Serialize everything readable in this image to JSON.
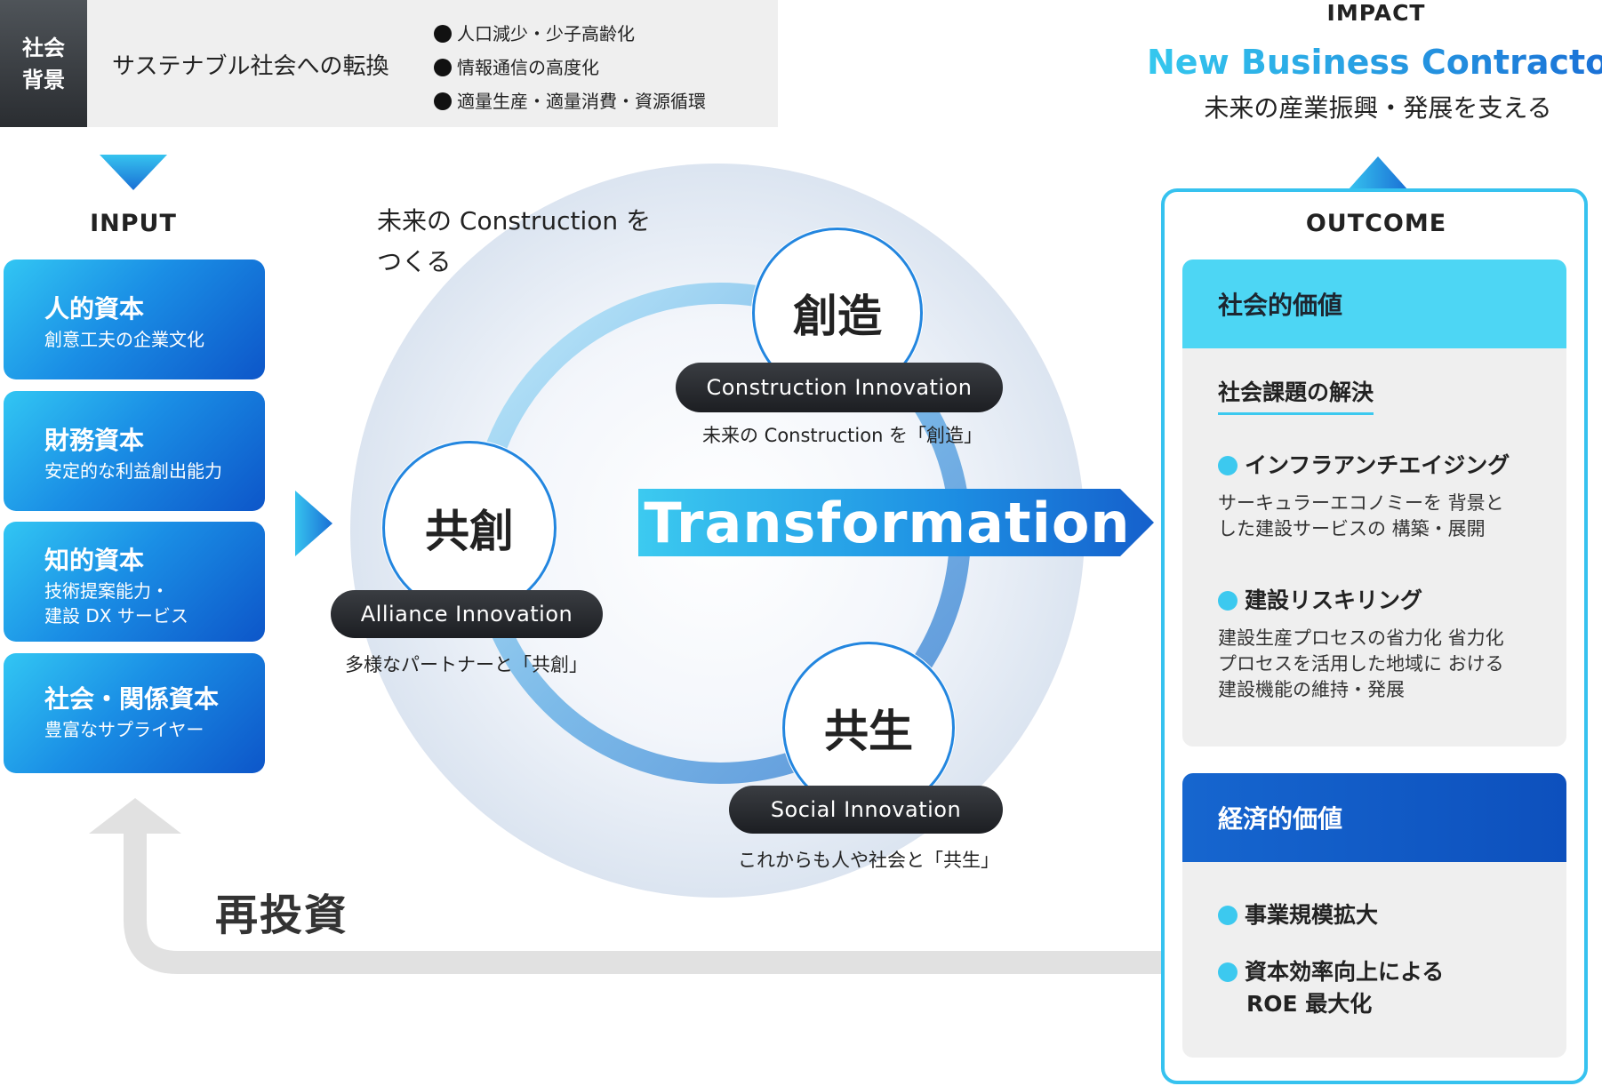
{
  "background": {
    "tag": [
      "社会",
      "背景"
    ],
    "title": "サステナブル社会への転換",
    "bullets": [
      "人口減少・少子高齢化",
      "情報通信の高度化",
      "適量生産・適量消費・資源循環"
    ]
  },
  "impact": {
    "label": "IMPACT",
    "title": "New Business Contractor",
    "subtitle": "未来の産業振興・発展を支える"
  },
  "input": {
    "label": "INPUT",
    "cards": [
      {
        "title": "人的資本",
        "sub": [
          "創意工夫の企業文化"
        ]
      },
      {
        "title": "財務資本",
        "sub": [
          "安定的な利益創出能力"
        ]
      },
      {
        "title": "知的資本",
        "sub": [
          "技術提案能力・",
          "建設 DX サービス"
        ]
      },
      {
        "title": "社会・関係資本",
        "sub": [
          "豊富なサプライヤー"
        ]
      }
    ]
  },
  "cycle": {
    "heading": [
      "未来の Construction を",
      "つくる"
    ],
    "nodes": [
      {
        "kanji": "創造",
        "pill": "Construction Innovation",
        "caption": "未来の Construction を「創造」"
      },
      {
        "kanji": "共創",
        "pill": "Alliance Innovation",
        "caption": "多様なパートナーと「共創」"
      },
      {
        "kanji": "共生",
        "pill": "Social Innovation",
        "caption": "これからも人や社会と「共生」"
      }
    ]
  },
  "transformation": "Transformation",
  "reinvest": "再投資",
  "outcome": {
    "label": "OUTCOME",
    "social": {
      "title": "社会的価値",
      "subtitle": "社会課題の解決",
      "items": [
        {
          "label": "インフラアンチエイジング",
          "desc": [
            "サーキュラーエコノミーを 背景と",
            "した建設サービスの 構築・展開"
          ]
        },
        {
          "label": "建設リスキリング",
          "desc": [
            "建設生産プロセスの省力化 省力化",
            "プロセスを活用した地域に おける",
            "建設機能の維持・発展"
          ]
        }
      ]
    },
    "economic": {
      "title": "経済的価値",
      "items": [
        {
          "label": [
            "事業規模拡大"
          ]
        },
        {
          "label": [
            "資本効率向上による",
            "ROE 最大化"
          ]
        }
      ]
    }
  },
  "colors": {
    "accent_cyan": "#3cc9ef",
    "accent_blue": "#1a70d6",
    "dark_pill": "#2a2d31"
  }
}
